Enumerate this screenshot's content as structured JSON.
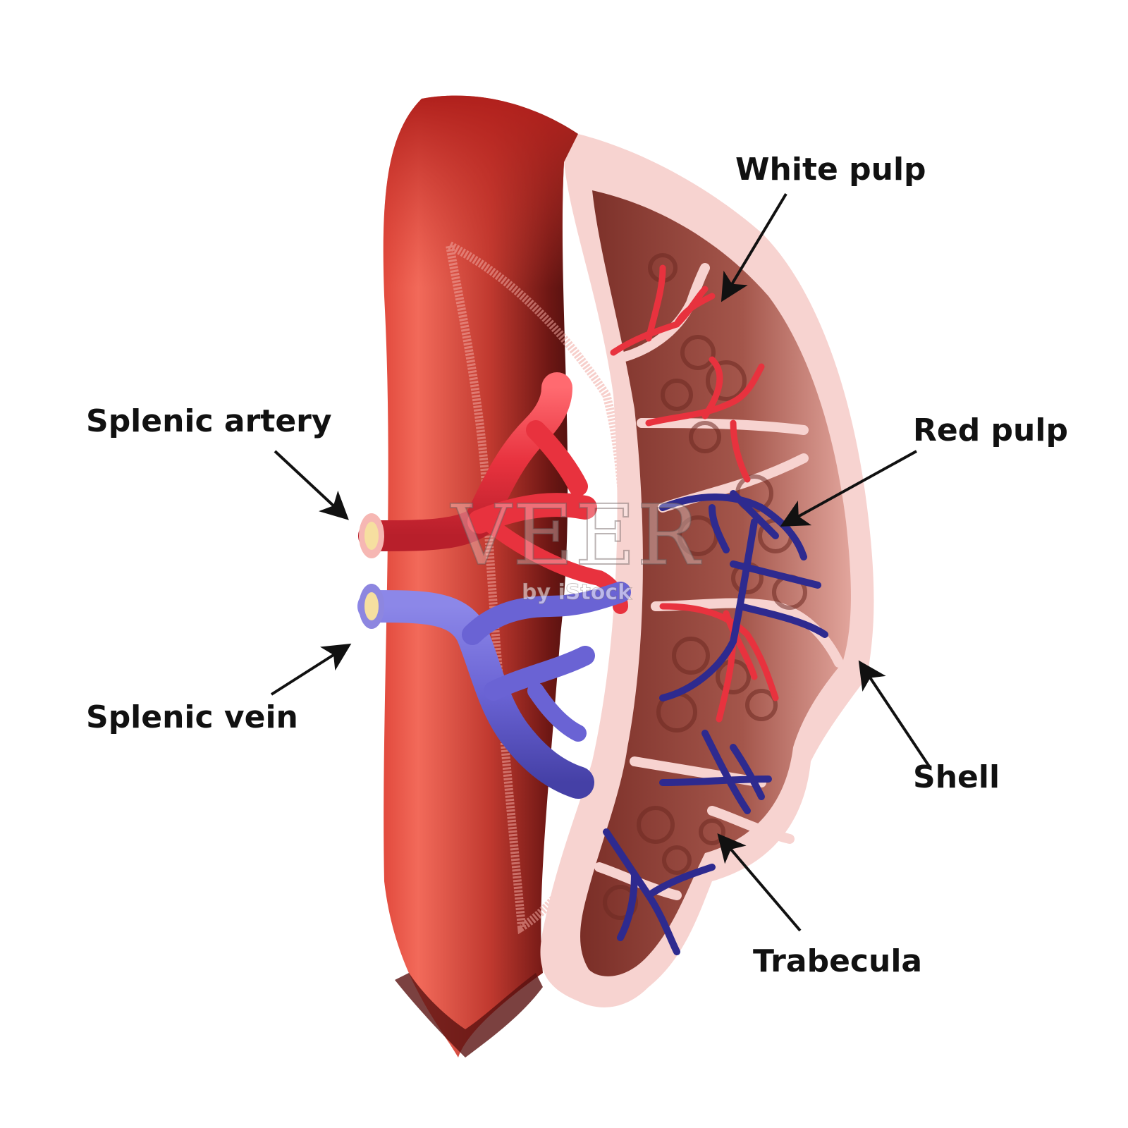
{
  "labels": {
    "white_pulp": "White pulp",
    "splenic_artery": "Splenic artery",
    "red_pulp": "Red pulp",
    "splenic_vein": "Splenic vein",
    "shell": "Shell",
    "trabecula": "Trabecula"
  },
  "watermark": {
    "main": "VEER",
    "sub": "by iStock"
  },
  "colors": {
    "organ": "#d9453a",
    "organ_dark": "#7a1a16",
    "capsule": "#f7d3d0",
    "pulp": "#8e3f36",
    "artery": "#e8323e",
    "vein": "#2e2a8f"
  }
}
